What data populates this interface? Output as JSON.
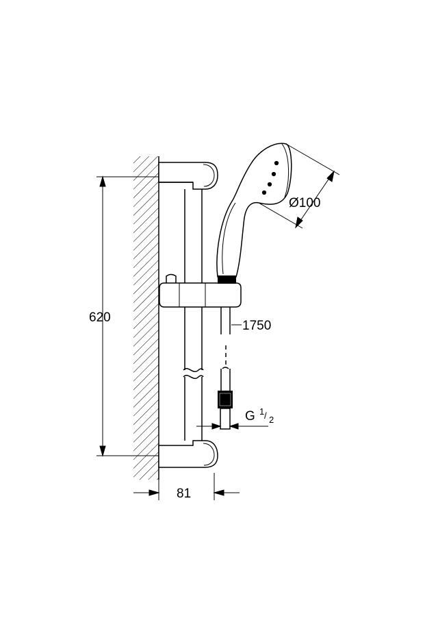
{
  "dimensions": {
    "height": "620",
    "projection": "81",
    "diameter": "Ø100",
    "hose_length": "1750",
    "thread": "G",
    "thread_num": "1",
    "thread_den": "2"
  },
  "colors": {
    "line": "#000000",
    "background": "#ffffff"
  }
}
